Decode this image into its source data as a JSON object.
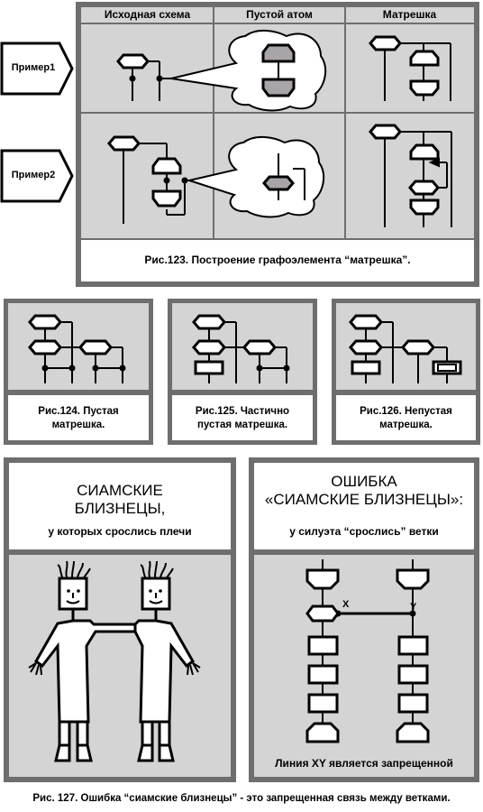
{
  "colors": {
    "panel_bg": "#d4d4d4",
    "frame": "#6e6e6e",
    "shape_fill": "#a8a4a8",
    "cloud_fill": "#ffffff"
  },
  "fig123": {
    "headers": [
      "Исходная схема",
      "Пустой атом",
      "Матрешка"
    ],
    "row_labels": [
      "Пример1",
      "Пример2"
    ],
    "caption": "Рис.123. Построение графоэлемента “матрешка”."
  },
  "fig124": {
    "caption_line1": "Рис.124. Пустая",
    "caption_line2": "матрешка."
  },
  "fig125": {
    "caption_line1": "Рис.125. Частично",
    "caption_line2": "пустая матрешка."
  },
  "fig126": {
    "caption_line1": "Рис.126. Непустая",
    "caption_line2": "матрешка."
  },
  "twins": {
    "title_line1": "СИАМСКИЕ",
    "title_line2": "БЛИЗНЕЦЫ,",
    "subtitle": "у которых срослись плечи"
  },
  "error": {
    "title_line1": "ОШИБКА",
    "title_line2": "«СИАМСКИЕ БЛИЗНЕЦЫ»:",
    "subtitle": "у силуэта “срослись” ветки",
    "label_x": "X",
    "label_y": "Y",
    "note": "Линия XY является запрещенной"
  },
  "fig127_caption": "Рис. 127. Ошибка “сиамские близнецы” - это запрещенная связь между ветками."
}
